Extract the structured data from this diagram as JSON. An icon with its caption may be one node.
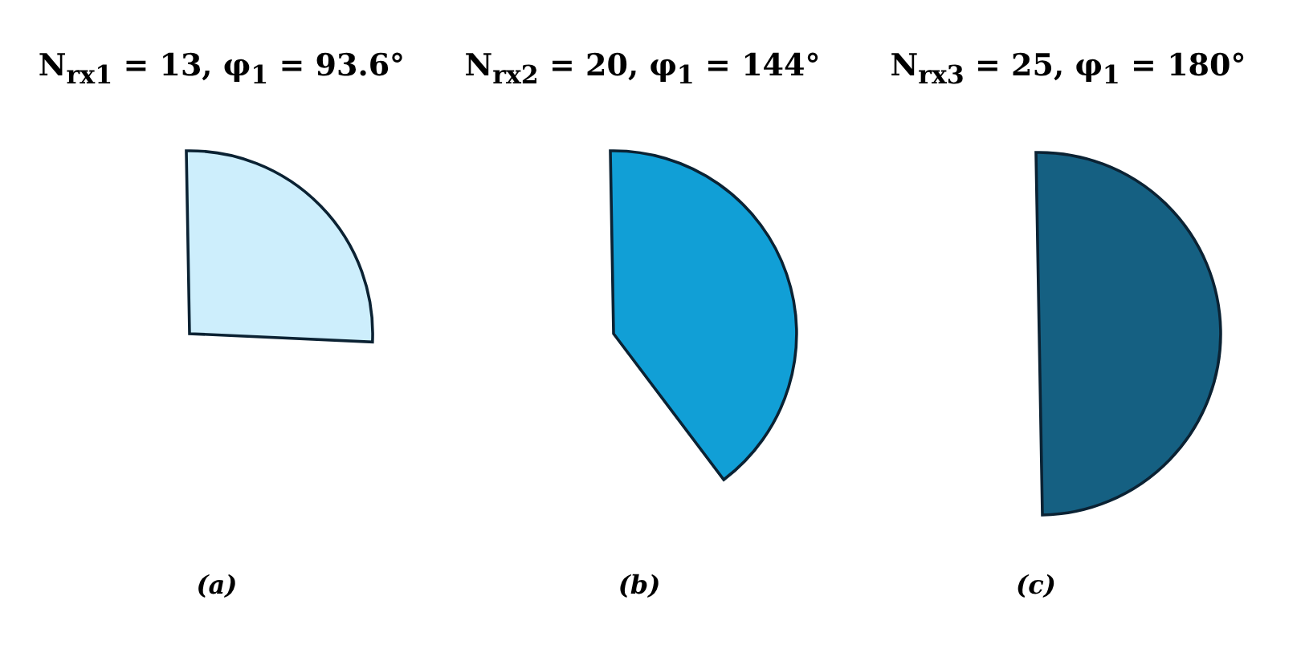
{
  "diagram": {
    "nodes": [
      {
        "text": [
          "N$_{rx1}$ = 13, φ$_{1}$ = 93.6°"
        ]
      },
      {
        "text": [
          "N$_{rx2}$ = 20, φ$_{1}$ = 144°"
        ]
      },
      {
        "text": [
          "N$_{rx3}$ = 25, φ$_{1}$ = 180°"
        ]
      }
    ],
    "labels": [
      "(a)",
      "(b)",
      "(c)"
    ]
  }
}
